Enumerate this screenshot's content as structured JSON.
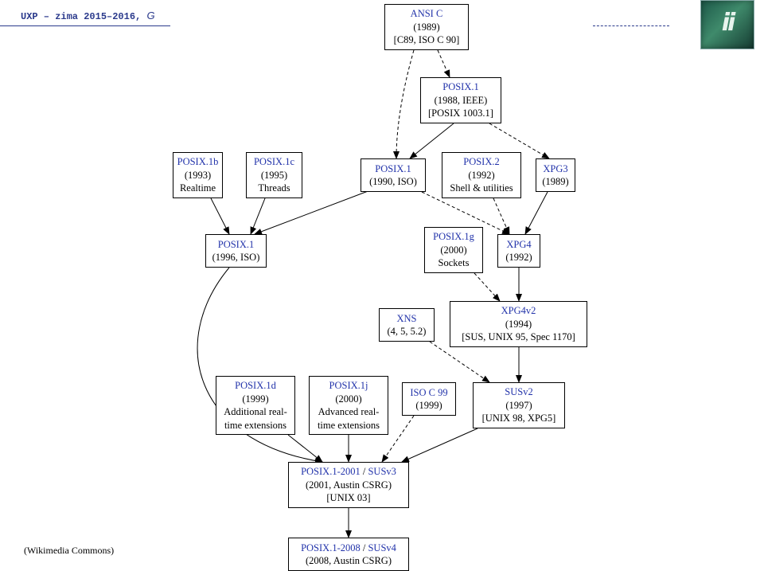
{
  "header": {
    "title": "UXP – zima 2015–2016,",
    "title_suffix": "G",
    "accent_color": "#2b3a8c"
  },
  "logo": {
    "text": "ii",
    "icon": "faculty-logo-icon"
  },
  "footnote": "(Wikimedia Commons)",
  "diagram": {
    "nodes": [
      {
        "id": "ansi_c",
        "names": [
          "ANSI C"
        ],
        "lines": [
          "(1989)",
          "[C89, ISO C 90]"
        ]
      },
      {
        "id": "posix1_1988",
        "names": [
          "POSIX.1"
        ],
        "lines": [
          "(1988, IEEE)",
          "[POSIX 1003.1]"
        ]
      },
      {
        "id": "posix1b",
        "names": [
          "POSIX.1b"
        ],
        "lines": [
          "(1993)",
          "Realtime"
        ]
      },
      {
        "id": "posix1c",
        "names": [
          "POSIX.1c"
        ],
        "lines": [
          "(1995)",
          "Threads"
        ]
      },
      {
        "id": "posix1_1990",
        "names": [
          "POSIX.1"
        ],
        "lines": [
          "(1990, ISO)"
        ]
      },
      {
        "id": "posix2",
        "names": [
          "POSIX.2"
        ],
        "lines": [
          "(1992)",
          "Shell & utilities"
        ]
      },
      {
        "id": "xpg3",
        "names": [
          "XPG3"
        ],
        "lines": [
          "(1989)"
        ]
      },
      {
        "id": "posix1_1996",
        "names": [
          "POSIX.1"
        ],
        "lines": [
          "(1996, ISO)"
        ]
      },
      {
        "id": "posix1g",
        "names": [
          "POSIX.1g"
        ],
        "lines": [
          "(2000)",
          "Sockets"
        ]
      },
      {
        "id": "xpg4",
        "names": [
          "XPG4"
        ],
        "lines": [
          "(1992)"
        ]
      },
      {
        "id": "xns",
        "names": [
          "XNS"
        ],
        "lines": [
          "(4, 5, 5.2)"
        ]
      },
      {
        "id": "xpg4v2",
        "names": [
          "XPG4v2"
        ],
        "lines": [
          "(1994)",
          "[SUS, UNIX 95, Spec 1170]"
        ]
      },
      {
        "id": "posix1d",
        "names": [
          "POSIX.1d"
        ],
        "lines": [
          "(1999)",
          "Additional real-",
          "time extensions"
        ]
      },
      {
        "id": "posix1j",
        "names": [
          "POSIX.1j"
        ],
        "lines": [
          "(2000)",
          "Advanced real-",
          "time extensions"
        ]
      },
      {
        "id": "isoc99",
        "names": [
          "ISO C 99"
        ],
        "lines": [
          "(1999)"
        ]
      },
      {
        "id": "susv2",
        "names": [
          "SUSv2"
        ],
        "lines": [
          "(1997)",
          "[UNIX 98, XPG5]"
        ]
      },
      {
        "id": "posix2001",
        "names": [
          "POSIX.1-2001",
          "SUSv3"
        ],
        "lines": [
          "(2001, Austin CSRG)",
          "[UNIX 03]"
        ]
      },
      {
        "id": "posix2008",
        "names": [
          "POSIX.1-2008",
          "SUSv4"
        ],
        "lines": [
          "(2008, Austin CSRG)"
        ]
      }
    ],
    "edges": [
      {
        "from": "ansi_c",
        "to": "posix1_1988",
        "style": "dashed"
      },
      {
        "from": "ansi_c",
        "to": "posix1_1990",
        "style": "dashed"
      },
      {
        "from": "posix1_1988",
        "to": "posix1_1990",
        "style": "solid"
      },
      {
        "from": "posix1_1988",
        "to": "xpg3",
        "style": "dashed"
      },
      {
        "from": "posix1b",
        "to": "posix1_1996",
        "style": "solid"
      },
      {
        "from": "posix1c",
        "to": "posix1_1996",
        "style": "solid"
      },
      {
        "from": "posix1_1990",
        "to": "posix1_1996",
        "style": "solid"
      },
      {
        "from": "posix1_1990",
        "to": "xpg4",
        "style": "dashed"
      },
      {
        "from": "posix2",
        "to": "xpg4",
        "style": "dashed"
      },
      {
        "from": "xpg3",
        "to": "xpg4",
        "style": "solid"
      },
      {
        "from": "posix1g",
        "to": "xpg4v2",
        "style": "dashed"
      },
      {
        "from": "xpg4",
        "to": "xpg4v2",
        "style": "solid"
      },
      {
        "from": "xns",
        "to": "susv2",
        "style": "dashed"
      },
      {
        "from": "xpg4v2",
        "to": "susv2",
        "style": "solid"
      },
      {
        "from": "posix1_1996",
        "to": "posix2001",
        "style": "solid"
      },
      {
        "from": "posix1d",
        "to": "posix2001",
        "style": "solid"
      },
      {
        "from": "posix1j",
        "to": "posix2001",
        "style": "solid"
      },
      {
        "from": "isoc99",
        "to": "posix2001",
        "style": "dashed"
      },
      {
        "from": "susv2",
        "to": "posix2001",
        "style": "solid"
      },
      {
        "from": "posix2001",
        "to": "posix2008",
        "style": "solid"
      }
    ]
  }
}
